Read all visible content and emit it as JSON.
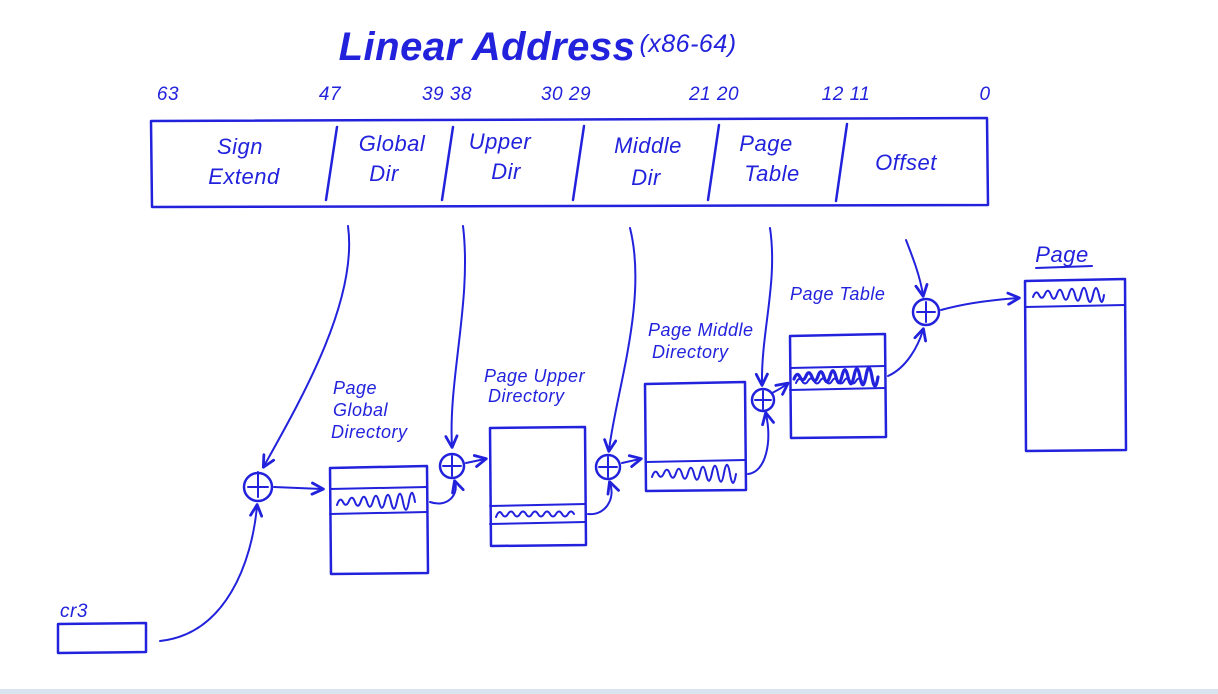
{
  "colors": {
    "ink": "#2222dd",
    "footer": "#d9e4f1"
  },
  "title": "Linear Address",
  "subtitle": "(x86-64)",
  "bit_labels": [
    "63",
    "47",
    "39 38",
    "30 29",
    "21 20",
    "12 11",
    "0"
  ],
  "fields": [
    {
      "line1": "Sign",
      "line2": "Extend"
    },
    {
      "line1": "Global",
      "line2": "Dir"
    },
    {
      "line1": "Upper",
      "line2": "Dir"
    },
    {
      "line1": "Middle",
      "line2": "Dir"
    },
    {
      "line1": "Page",
      "line2": "Table"
    },
    {
      "line1": "Offset",
      "line2": ""
    }
  ],
  "tables": {
    "pgd": {
      "line1": "Page",
      "line2": "Global",
      "line3": "Directory"
    },
    "pud": {
      "line1": "Page Upper",
      "line2": "Directory"
    },
    "pmd": {
      "line1": "Page Middle",
      "line2": "Directory"
    },
    "pt": {
      "line1": "Page Table"
    },
    "page": {
      "line1": "Page"
    }
  },
  "cr3": "cr3"
}
